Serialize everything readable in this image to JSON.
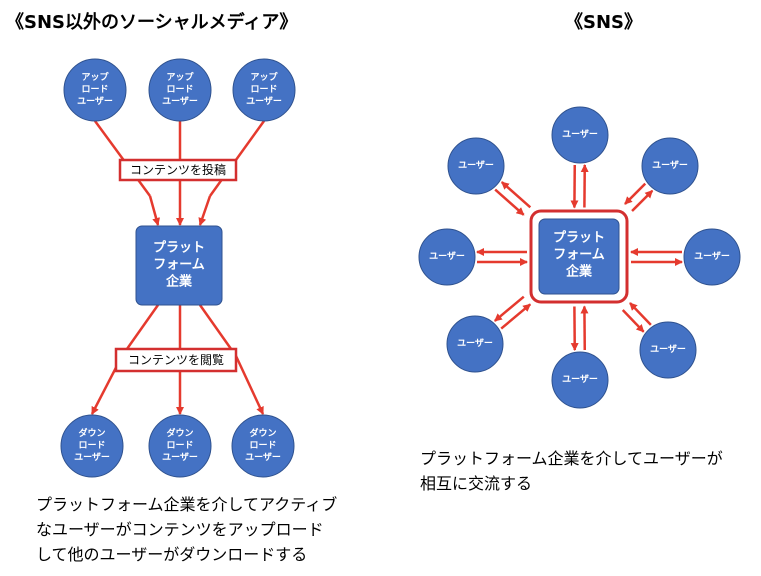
{
  "colors": {
    "node_fill": "#4472C4",
    "node_stroke": "#2F528F",
    "arrow": "#E53A2E",
    "label_box_border": "#D32F2F",
    "text": "#000000",
    "node_text": "#FFFFFF"
  },
  "left_diagram": {
    "title": "《SNS以外のソーシャルメディア》",
    "uploaders": [
      {
        "lines": [
          "アップ",
          "ロード",
          "ユーザー"
        ]
      },
      {
        "lines": [
          "アップ",
          "ロード",
          "ユーザー"
        ]
      },
      {
        "lines": [
          "アップ",
          "ロード",
          "ユーザー"
        ]
      }
    ],
    "post_label": "コンテンツを投稿",
    "platform_lines": [
      "プラット",
      "フォーム",
      "企業"
    ],
    "view_label": "コンテンツを閲覧",
    "downloaders": [
      {
        "lines": [
          "ダウン",
          "ロード",
          "ユーザー"
        ]
      },
      {
        "lines": [
          "ダウン",
          "ロード",
          "ユーザー"
        ]
      },
      {
        "lines": [
          "ダウン",
          "ロード",
          "ユーザー"
        ]
      }
    ],
    "caption_lines": [
      "プラットフォーム企業を介してアクティブ",
      "なユーザーがコンテンツをアップロード",
      "して他のユーザーがダウンロードする"
    ]
  },
  "right_diagram": {
    "title": "《SNS》",
    "platform_lines": [
      "プラット",
      "フォーム",
      "企業"
    ],
    "users": [
      "ユーザー",
      "ユーザー",
      "ユーザー",
      "ユーザー",
      "ユーザー",
      "ユーザー",
      "ユーザー",
      "ユーザー"
    ],
    "caption_lines": [
      "プラットフォーム企業を介してユーザーが",
      "相互に交流する"
    ]
  }
}
